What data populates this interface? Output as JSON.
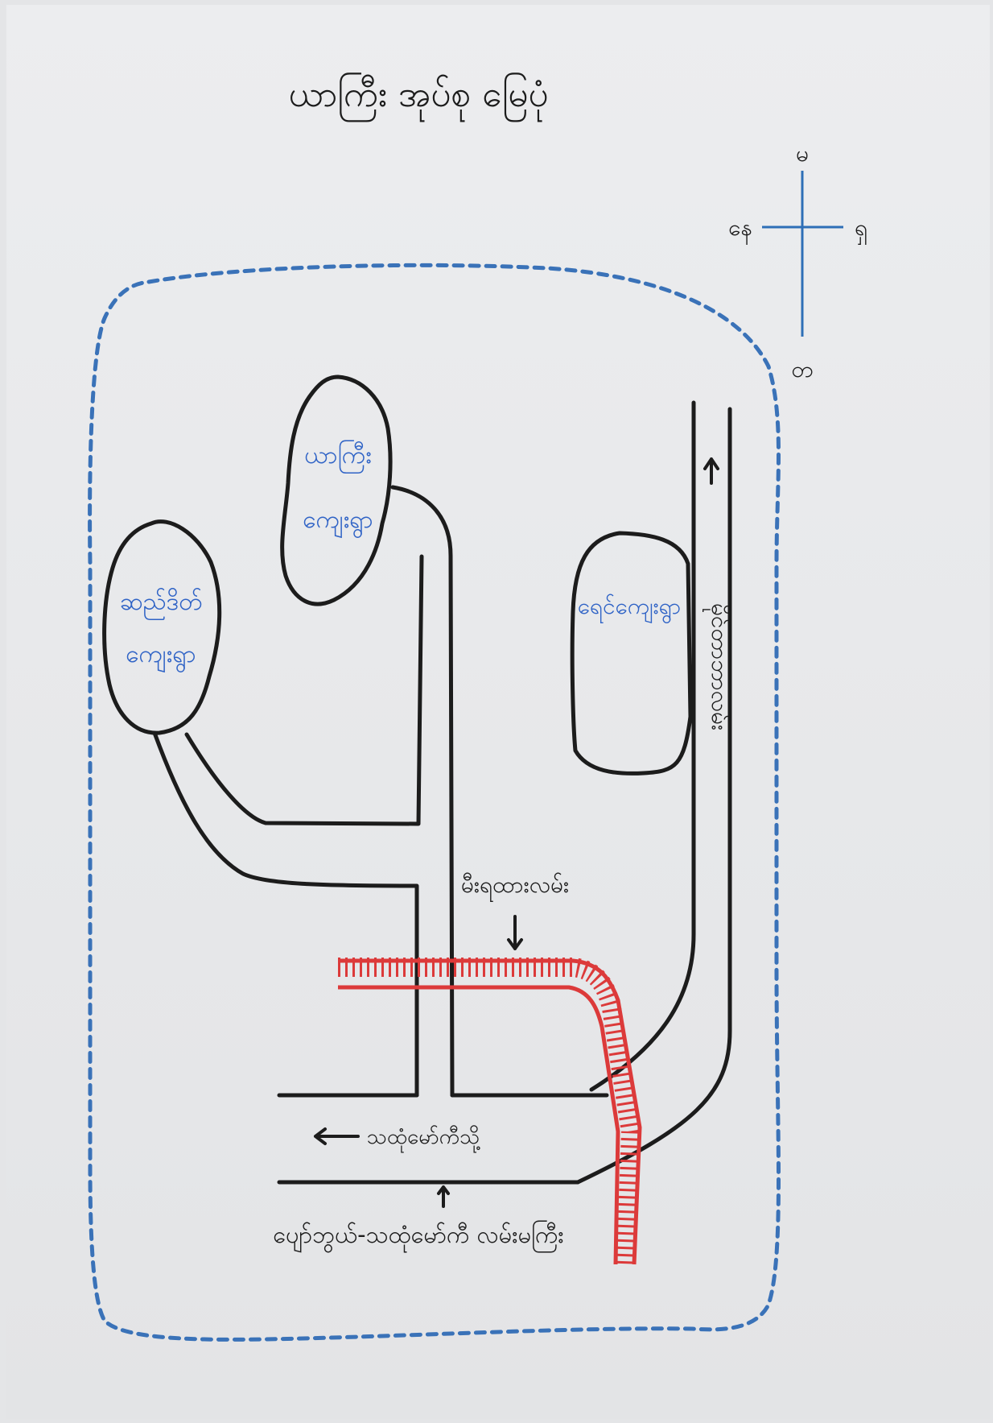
{
  "map": {
    "title": "ယာကြီး အုပ်စု မြေပုံ",
    "compass": {
      "north": "မ",
      "south": "တ",
      "east": "ရှ",
      "west": "နေ"
    },
    "villages": [
      {
        "id": "sanyetot",
        "line1": "ဆည်ဒိတ်",
        "line2": "ကျေးရွာ"
      },
      {
        "id": "yagyi",
        "line1": "ယာကြီး",
        "line2": "ကျေးရွာ"
      },
      {
        "id": "ywet",
        "line1": "ရေင်ကျေးရွာ",
        "line2": ""
      }
    ],
    "labels": {
      "vertical_road": "မိုင်တာဘာလမ်း",
      "railway": "မီးရထားလမ်း",
      "to_thaton": "သထုံမော်ကီသို့",
      "main_road": "ပျော်ဘွယ်-သထုံမော်ကီ လမ်းမကြီး"
    },
    "colors": {
      "ink": "#1c1c1c",
      "boundary": "#3a72b8",
      "village_text": "#2f63c6",
      "rail": "#dc3a3a",
      "compass": "#2e6fb7"
    }
  }
}
